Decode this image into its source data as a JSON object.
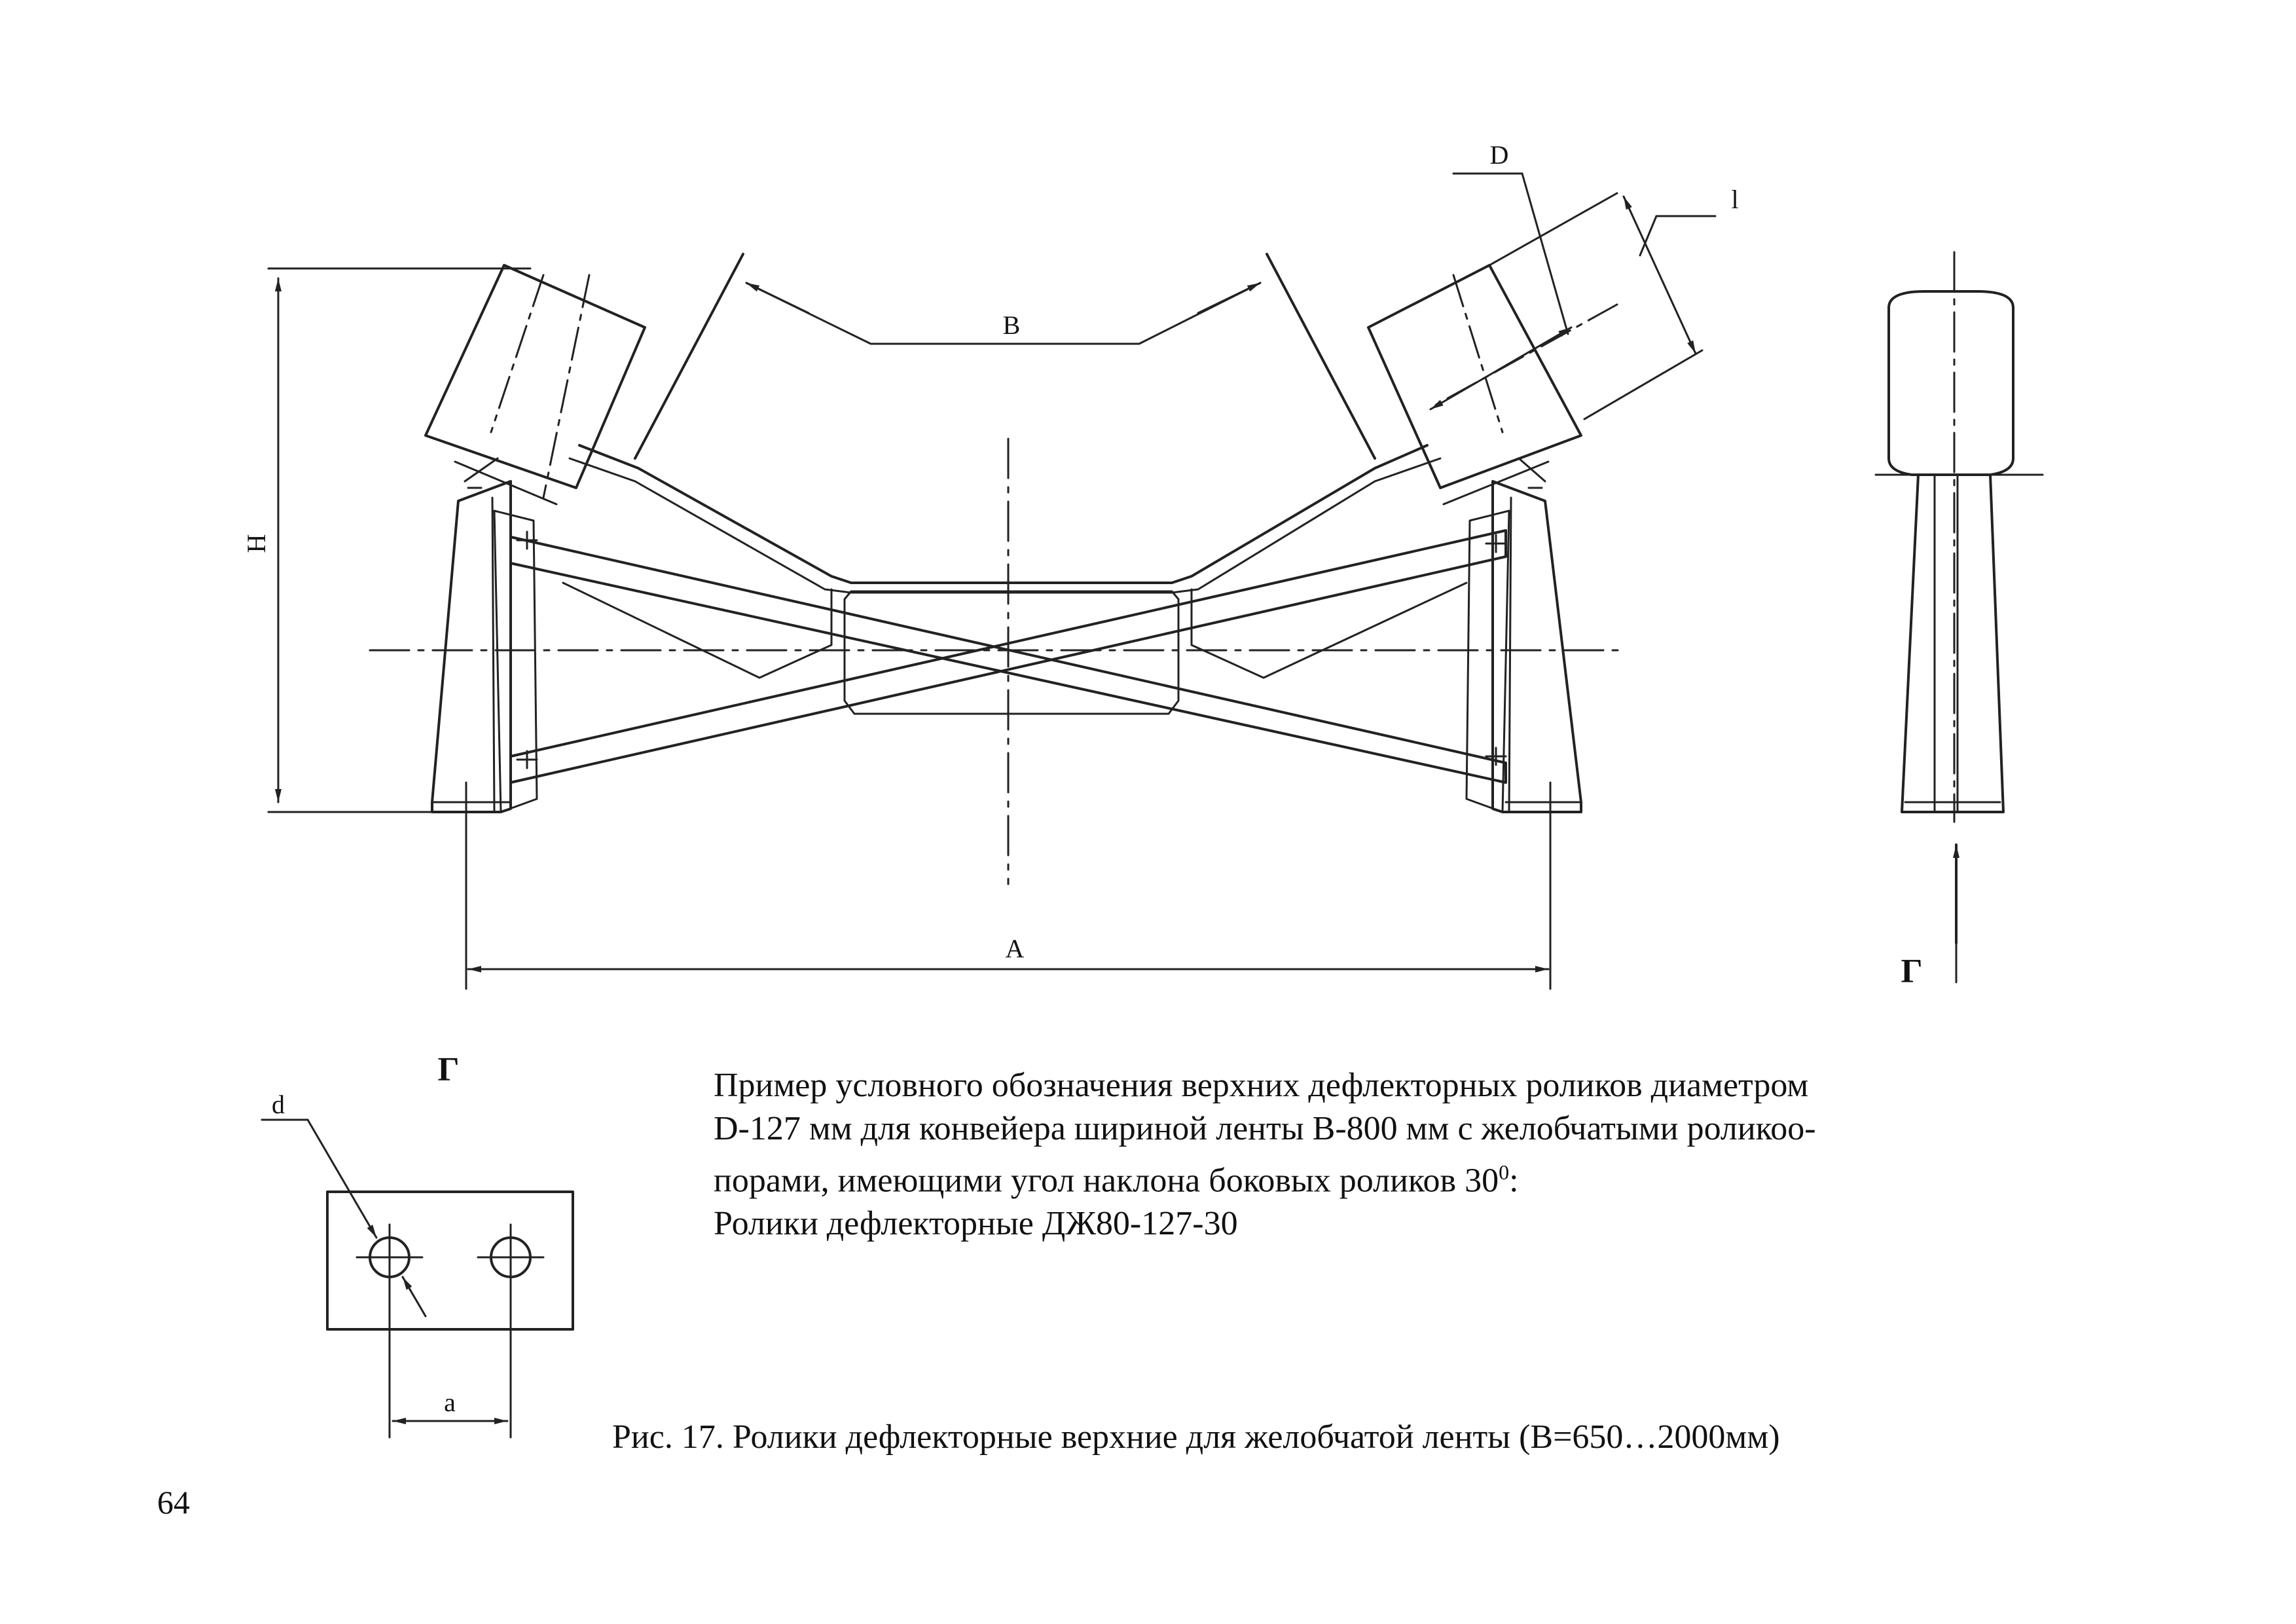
{
  "labels": {
    "B": "B",
    "D": "D",
    "l": "l",
    "H": "H",
    "A": "A",
    "G_view": "Г",
    "G_detail": "Г",
    "d": "d",
    "a": "a"
  },
  "designation_example": {
    "line1": "Пример условного обозначения верхних дефлекторных роликов диаметром",
    "line2": "D-127 мм для конвейера шириной ленты В-800 мм с желобчатыми роликоо-",
    "line3_before": "порами, имеющими угол наклона боковых роликов 30",
    "line3_sup": "0",
    "line3_after": ":",
    "line4": "Ролики дефлекторные ДЖ80-127-30"
  },
  "figure_caption": "Рис. 17. Ролики дефлекторные верхние для желобчатой ленты (В=650…2000мм)",
  "page_number": "64"
}
